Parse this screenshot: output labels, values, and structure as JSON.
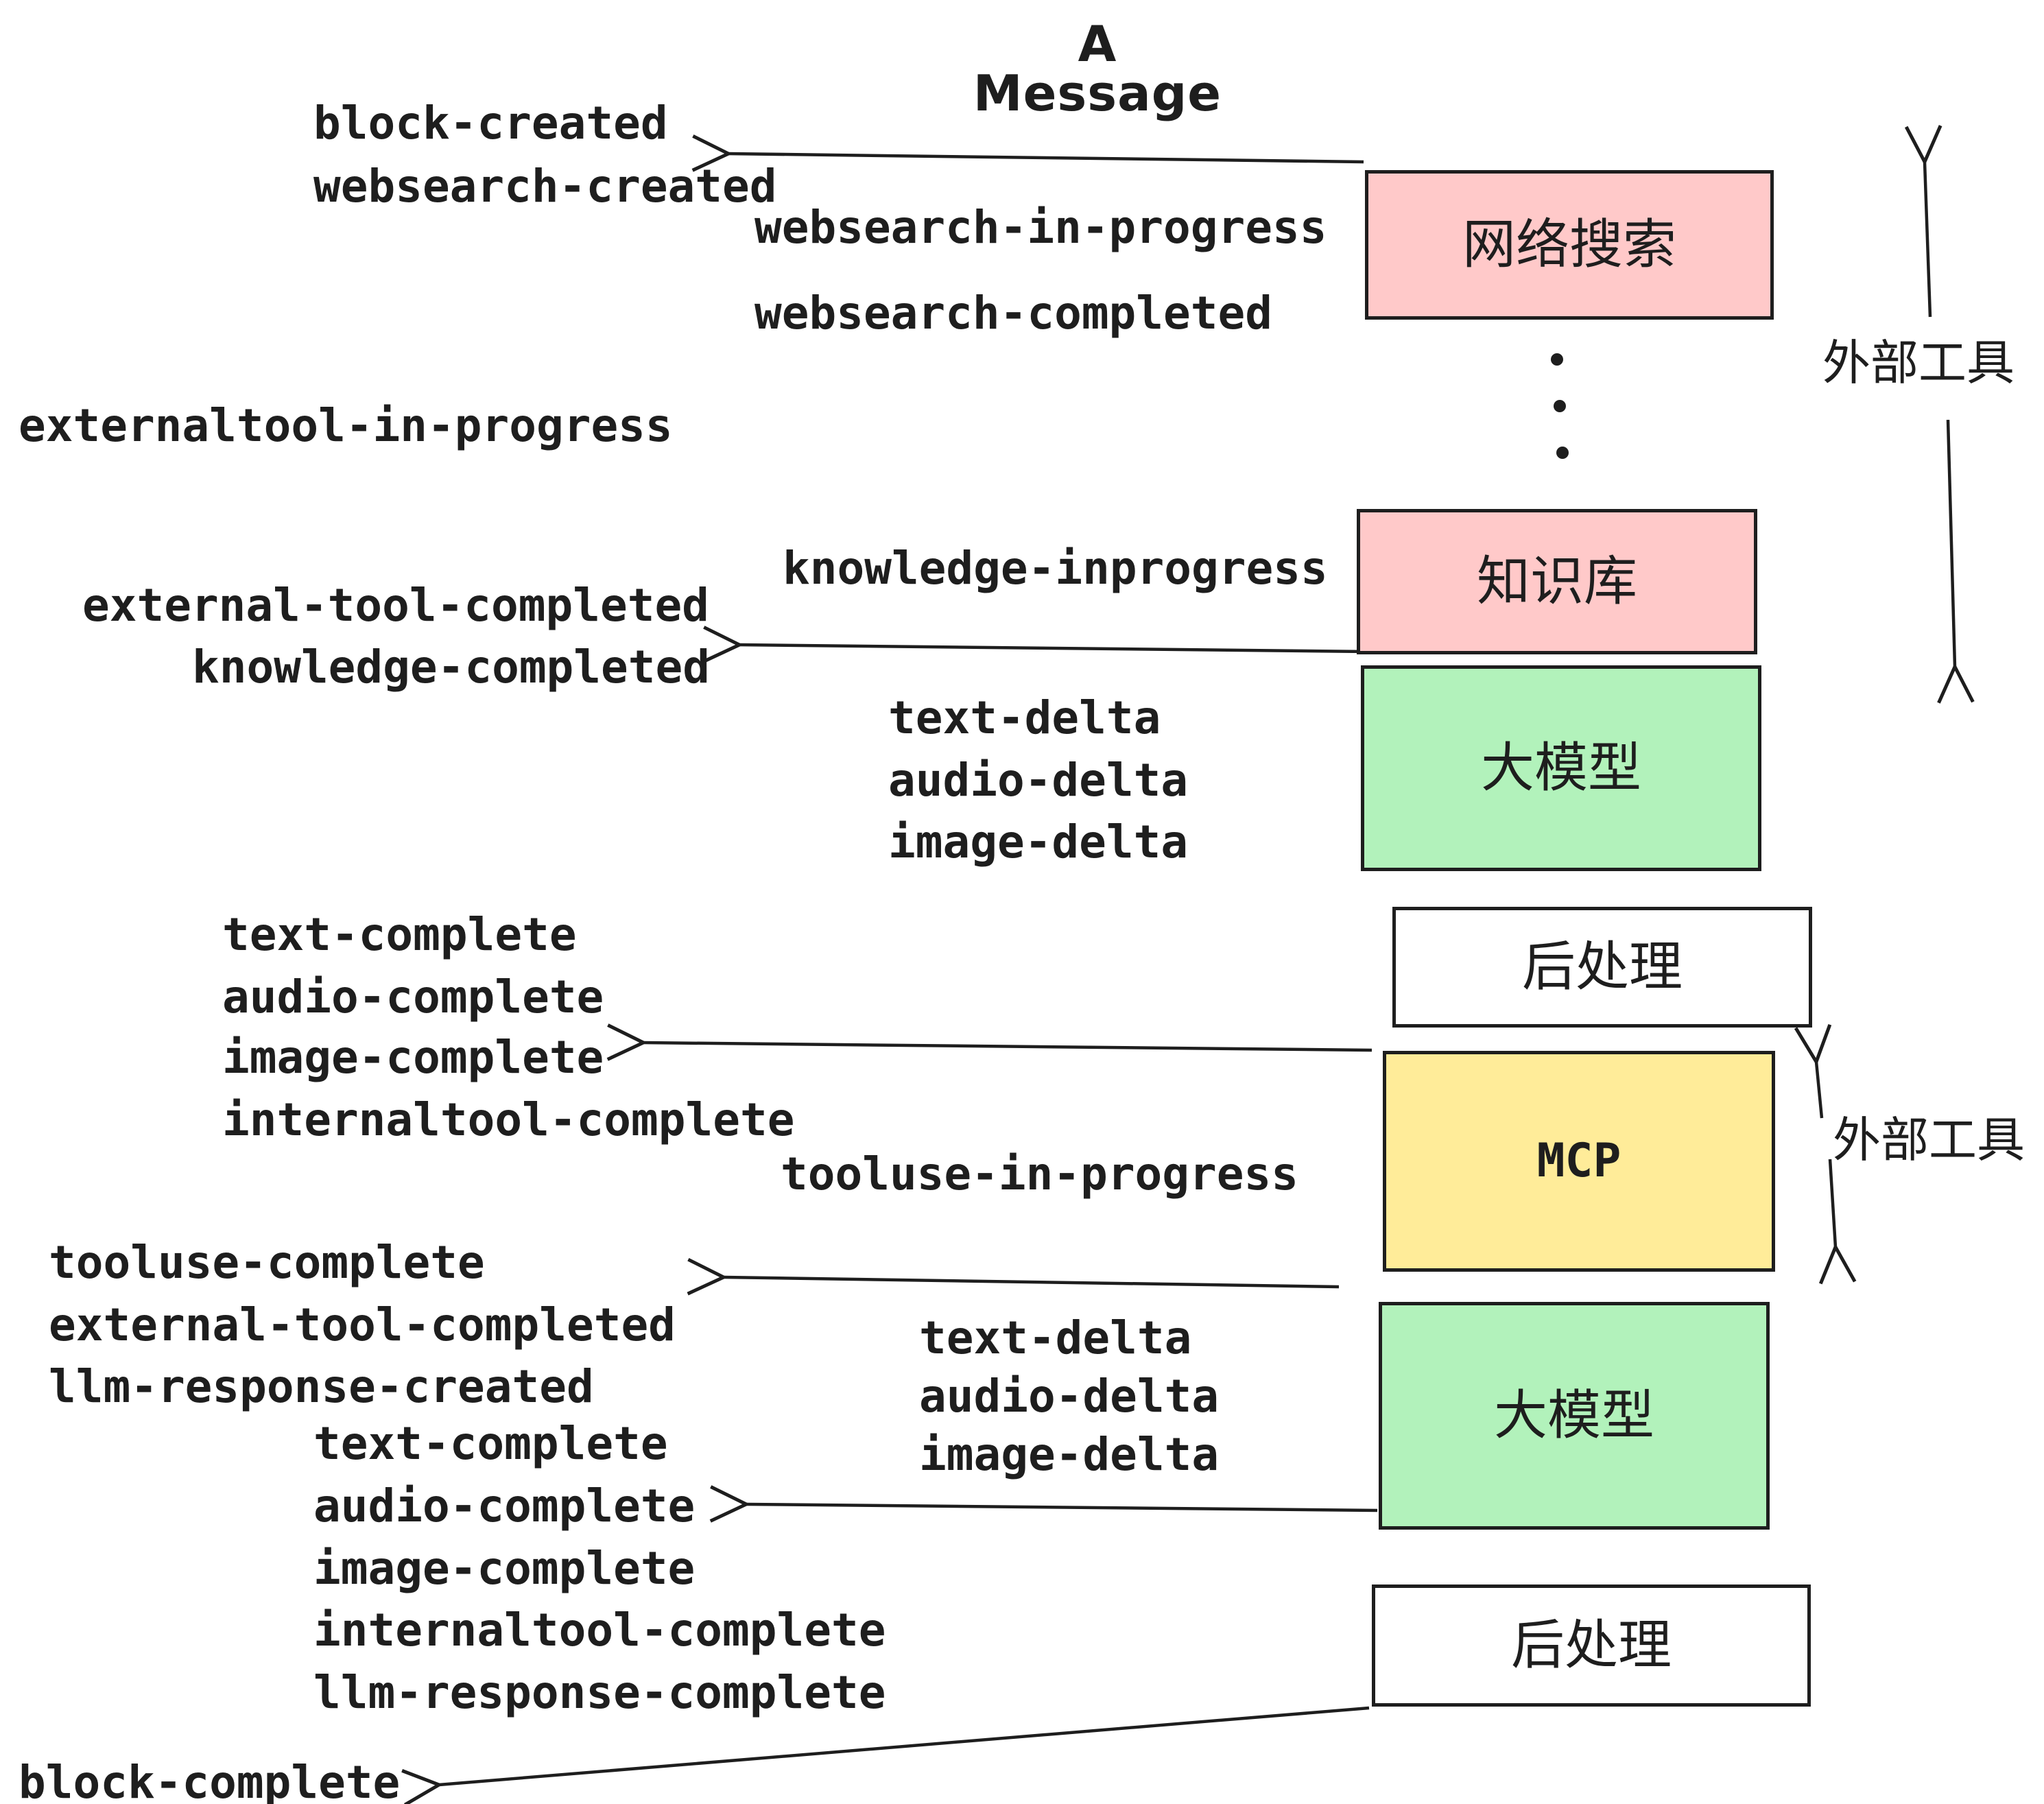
{
  "title": "A Message",
  "boxes": {
    "websearch": {
      "label": "网络搜索",
      "fill": "#ffc9c9"
    },
    "knowledge": {
      "label": "知识库",
      "fill": "#ffc9c9"
    },
    "llm1": {
      "label": "大模型",
      "fill": "#b2f2bb"
    },
    "post1": {
      "label": "后处理",
      "fill": "#ffffff"
    },
    "mcp": {
      "label": "MCP",
      "fill": "#ffec99"
    },
    "llm2": {
      "label": "大模型",
      "fill": "#b2f2bb"
    },
    "post2": {
      "label": "后处理",
      "fill": "#ffffff"
    }
  },
  "side_labels": {
    "external_tool_top": "外部工具",
    "external_tool_mcp": "外部工具"
  },
  "events": {
    "block_created": "block-created",
    "websearch_created": "websearch-created",
    "websearch_in_progress": "websearch-in-progress",
    "websearch_completed": "websearch-completed",
    "externaltool_in_progress": "externaltool-in-progress",
    "knowledge_inprogress": "knowledge-inprogress",
    "external_tool_completed_1": "external-tool-completed",
    "knowledge_completed": "knowledge-completed",
    "text_delta_1": "text-delta",
    "audio_delta_1": "audio-delta",
    "image_delta_1": "image-delta",
    "text_complete_1": "text-complete",
    "audio_complete_1": "audio-complete",
    "image_complete_1": "image-complete",
    "internaltool_complete_1": "internaltool-complete",
    "tooluse_in_progress": "tooluse-in-progress",
    "tooluse_complete": "tooluse-complete",
    "external_tool_completed_2": "external-tool-completed",
    "llm_response_created": "llm-response-created",
    "text_delta_2": "text-delta",
    "audio_delta_2": "audio-delta",
    "image_delta_2": "image-delta",
    "text_complete_2": "text-complete",
    "audio_complete_2": "audio-complete",
    "image_complete_2": "image-complete",
    "internaltool_complete_2": "internaltool-complete",
    "llm_response_complete": "llm-response-complete",
    "block_complete": "block-complete"
  },
  "colors": {
    "box_pink": "#ffc9c9",
    "box_green": "#b2f2bb",
    "box_yellow": "#ffec99",
    "box_white": "#ffffff",
    "ink": "#1e1e1e"
  }
}
